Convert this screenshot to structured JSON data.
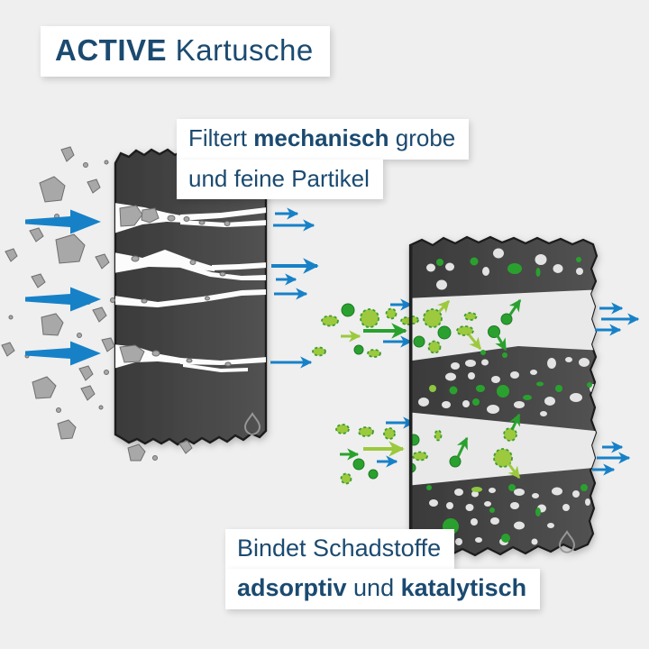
{
  "title": {
    "brand": "ACTIVE",
    "product": " Kartusche"
  },
  "labels": {
    "mechanical_line1_pre": "Filtert ",
    "mechanical_line1_bold": "mechanisch",
    "mechanical_line1_post": " grobe",
    "mechanical_line2": "und feine Partikel",
    "adsorptive_line1": "Bindet Schadstoffe",
    "adsorptive_line2_bold1": "adsorptiv",
    "adsorptive_line2_mid": " und ",
    "adsorptive_line2_bold2": "katalytisch"
  },
  "icons": {
    "left_block": "water-drop-icon",
    "right_block": "water-drop-icon"
  },
  "colors": {
    "background": "#efefef",
    "panel": "#ffffff",
    "text_navy": "#1b4a70",
    "arrow_blue": "#1781c8",
    "green_dark": "#2aa12e",
    "green_light": "#9cc93d",
    "block_dark": "#454545",
    "particle_gray": "#a8a8a8"
  }
}
